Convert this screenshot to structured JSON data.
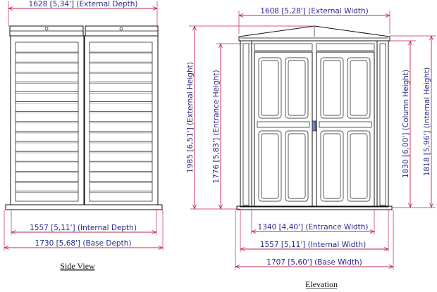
{
  "side_view": {
    "external_depth": "1628 [5,34'] (External Depth)",
    "internal_depth": "1557 [5,11'] (Internal Depth)",
    "base_depth": "1730 [5,68'] (Base Depth)",
    "caption": "Side View"
  },
  "elevation": {
    "external_width": "1608 [5,28'] (External Width)",
    "external_height": "1985 [6,51'] (External Height)",
    "entrance_height": "1776 [5,83'] (Entrance Height)",
    "column_height": "1830 [6,00'] (Column Height)",
    "internal_height": "1818 [5,96'] (Internal Height)",
    "entrance_width": "1340 [4,40'] (Entrance Width)",
    "internal_width": "1557 [5,11'] (Internal Width)",
    "base_width": "1707 [5,60'] (Base Width)",
    "caption": "Elevation"
  }
}
